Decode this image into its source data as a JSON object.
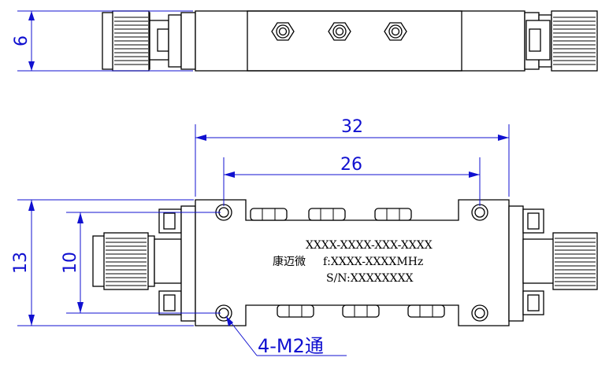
{
  "dimensions": {
    "height_top_view": "6",
    "overall_length": "32",
    "hole_spacing_horizontal": "26",
    "body_height": "13",
    "hole_spacing_vertical": "10"
  },
  "hole_callout": "4-M2通",
  "marking": {
    "model": "XXXX-XXXX-XXX-XXXX",
    "brand": "康迈微",
    "frequency": "f:XXXX-XXXXMHz",
    "serial": "S/N:XXXXXXXX"
  },
  "colors": {
    "dimension": "#1010d0",
    "outline": "#000000"
  }
}
